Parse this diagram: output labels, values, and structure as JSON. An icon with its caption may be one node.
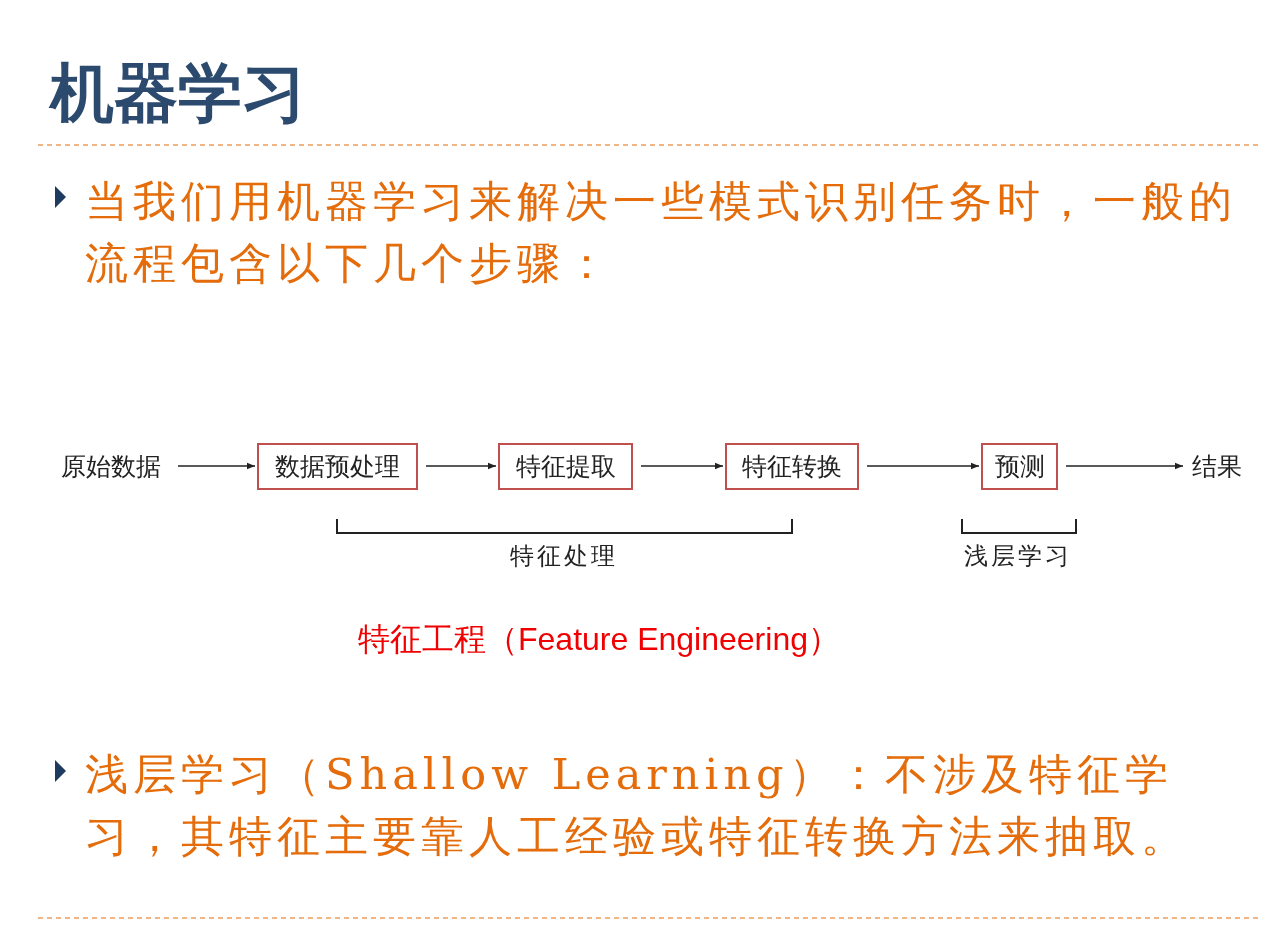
{
  "diagram": {
    "title": "机器学习",
    "nodes": [
      {
        "text": [
          "原始数据"
        ]
      },
      {
        "text": [
          "数据预处理"
        ]
      },
      {
        "text": [
          "特征提取"
        ]
      },
      {
        "text": [
          "特征转换"
        ]
      },
      {
        "text": [
          "预测"
        ]
      },
      {
        "text": [
          "结果"
        ]
      }
    ],
    "edges": [
      {
        "from": 0,
        "to": 1,
        "arrow": "to"
      },
      {
        "from": 1,
        "to": 2,
        "arrow": "to"
      },
      {
        "from": 2,
        "to": 3,
        "arrow": "to"
      },
      {
        "from": 3,
        "to": 4,
        "arrow": "to"
      },
      {
        "from": 4,
        "to": 5,
        "arrow": "to"
      }
    ],
    "labels": [
      "当我们用机器学习来解决一些模式识别任务时，一般的流程包含以下几个步骤：",
      "特征处理",
      "浅层学习",
      "特征工程（Feature Engineering）",
      "浅层学习（Shallow Learning）：不涉及特征学习，其特征主要靠人工经验或特征转换方法来抽取。"
    ]
  }
}
